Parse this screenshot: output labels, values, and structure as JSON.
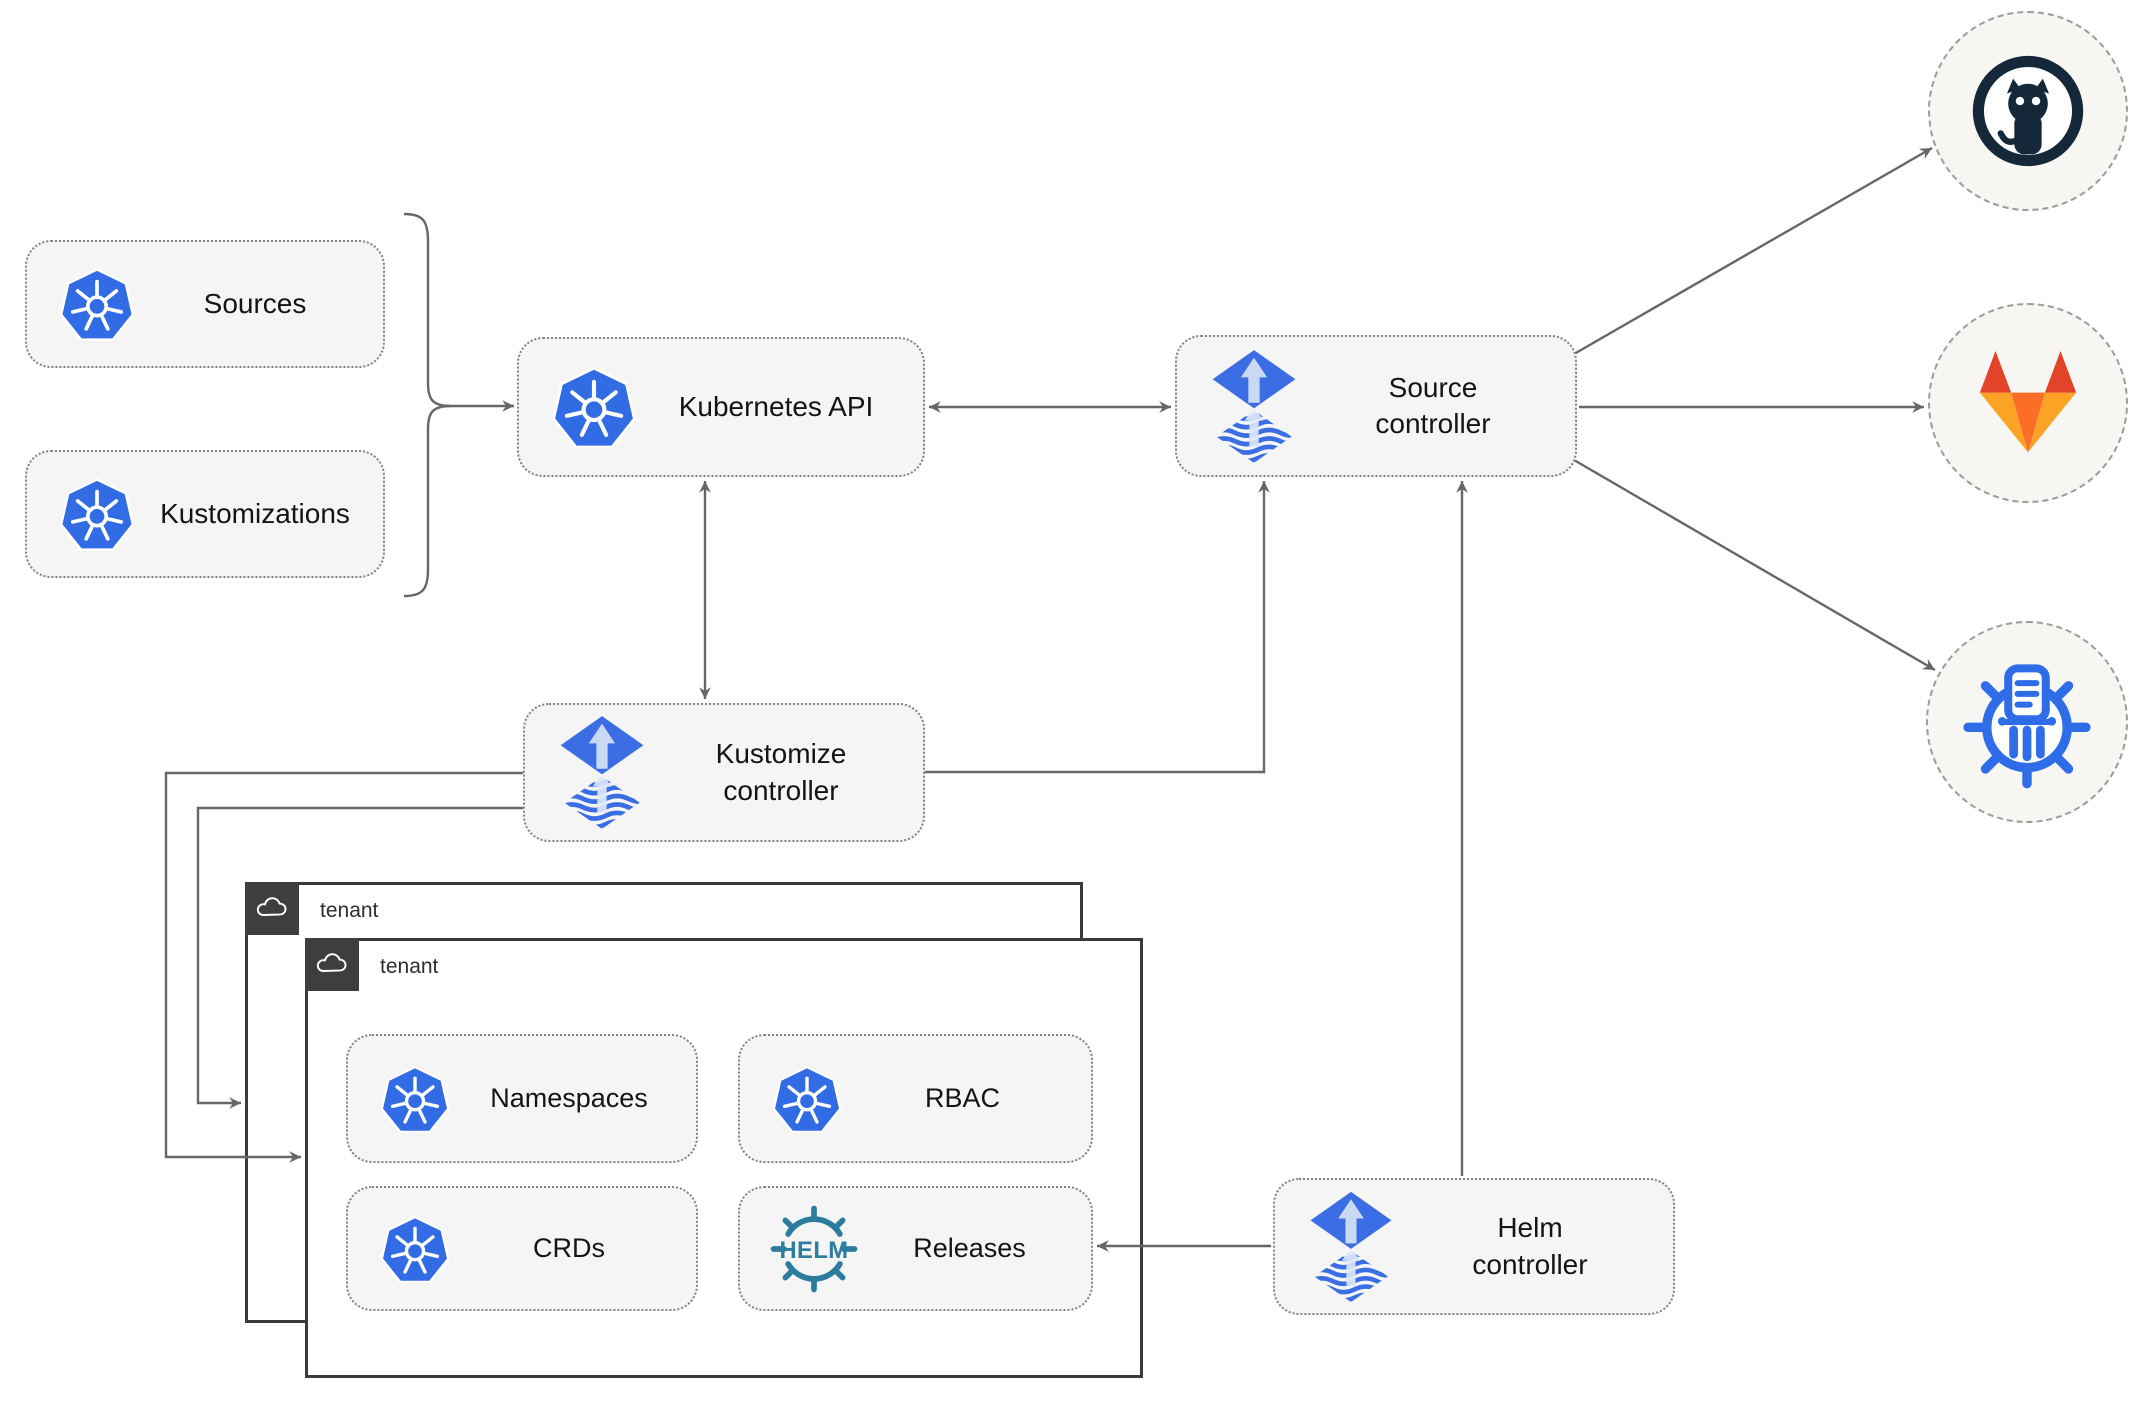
{
  "diagram": {
    "nodes": {
      "sources": {
        "label": "Sources",
        "icon": "kubernetes-logo"
      },
      "kustomizations": {
        "label": "Kustomizations",
        "icon": "kubernetes-logo"
      },
      "kubernetes_api": {
        "label": "Kubernetes API",
        "icon": "kubernetes-logo"
      },
      "source_controller": {
        "label": "Source\ncontroller",
        "icon": "flux-logo"
      },
      "kustomize_controller": {
        "label": "Kustomize\ncontroller",
        "icon": "flux-logo"
      },
      "helm_controller": {
        "label": "Helm\ncontroller",
        "icon": "flux-logo"
      },
      "namespaces": {
        "label": "Namespaces",
        "icon": "kubernetes-logo"
      },
      "rbac": {
        "label": "RBAC",
        "icon": "kubernetes-logo"
      },
      "crds": {
        "label": "CRDs",
        "icon": "kubernetes-logo"
      },
      "releases": {
        "label": "Releases",
        "icon": "helm-logo"
      },
      "github": {
        "icon": "github-logo"
      },
      "gitlab": {
        "icon": "gitlab-logo"
      },
      "helm_repository": {
        "icon": "chartmuseum-logo"
      }
    },
    "groups": {
      "tenant_back": {
        "label": "tenant",
        "icon": "cloud-icon"
      },
      "tenant_front": {
        "label": "tenant",
        "icon": "cloud-icon"
      }
    },
    "helm_logo_text": "HELM",
    "edges": [
      {
        "from": "sources+kustomizations",
        "to": "kubernetes_api"
      },
      {
        "from": "kubernetes_api",
        "to": "source_controller",
        "bidirectional": true
      },
      {
        "from": "kubernetes_api",
        "to": "kustomize_controller",
        "bidirectional": true
      },
      {
        "from": "kustomize_controller",
        "to": "source_controller"
      },
      {
        "from": "helm_controller",
        "to": "source_controller"
      },
      {
        "from": "helm_controller",
        "to": "releases"
      },
      {
        "from": "kustomize_controller",
        "to": "tenant_front"
      },
      {
        "from": "kustomize_controller",
        "to": "tenant_back"
      },
      {
        "from": "source_controller",
        "to": "github"
      },
      {
        "from": "source_controller",
        "to": "gitlab"
      },
      {
        "from": "source_controller",
        "to": "helm_repository"
      }
    ],
    "colors": {
      "kubernetes_blue": "#326ce5",
      "flux_blue": "#3b6de4",
      "flux_arrow_light": "#c9d9f4",
      "helm_teal": "#2b7c9e",
      "github_dark": "#15283a",
      "gitlab_red": "#e24329",
      "gitlab_orange": "#fc6d26",
      "gitlab_light_orange": "#fca326",
      "chartmuseum_blue": "#2e6ce8",
      "line_gray": "#676767",
      "node_fill": "#f5f5f5",
      "tenant_border": "#3a3a3a"
    }
  }
}
